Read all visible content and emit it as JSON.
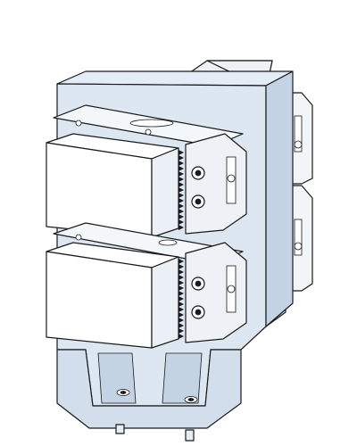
{
  "figure": {
    "subject": "dual-vise-workholding-fixture",
    "colors": {
      "base_body": "#dce7f2",
      "base_shade": "#c3d3e4",
      "jaw_block": "#ffffff",
      "jaw_side": "#eaf0f6",
      "bracket": "#eef2f6",
      "outline": "#1a1a1a"
    },
    "components": {
      "base": "base-block",
      "rear_module": "rear-mount-module",
      "upper_vise": "upper-vise-assembly",
      "lower_vise": "lower-vise-assembly",
      "upper_jaw": "upper-workpiece-jaw",
      "lower_jaw": "lower-workpiece-jaw",
      "upper_clamp": "upper-clamp-bracket",
      "lower_clamp": "lower-clamp-bracket",
      "serrations": "serrated-gripping-face",
      "cap_screws": "cap-screw",
      "mount_holes": "mounting-hole",
      "locating_pins": "locating-pin"
    }
  }
}
